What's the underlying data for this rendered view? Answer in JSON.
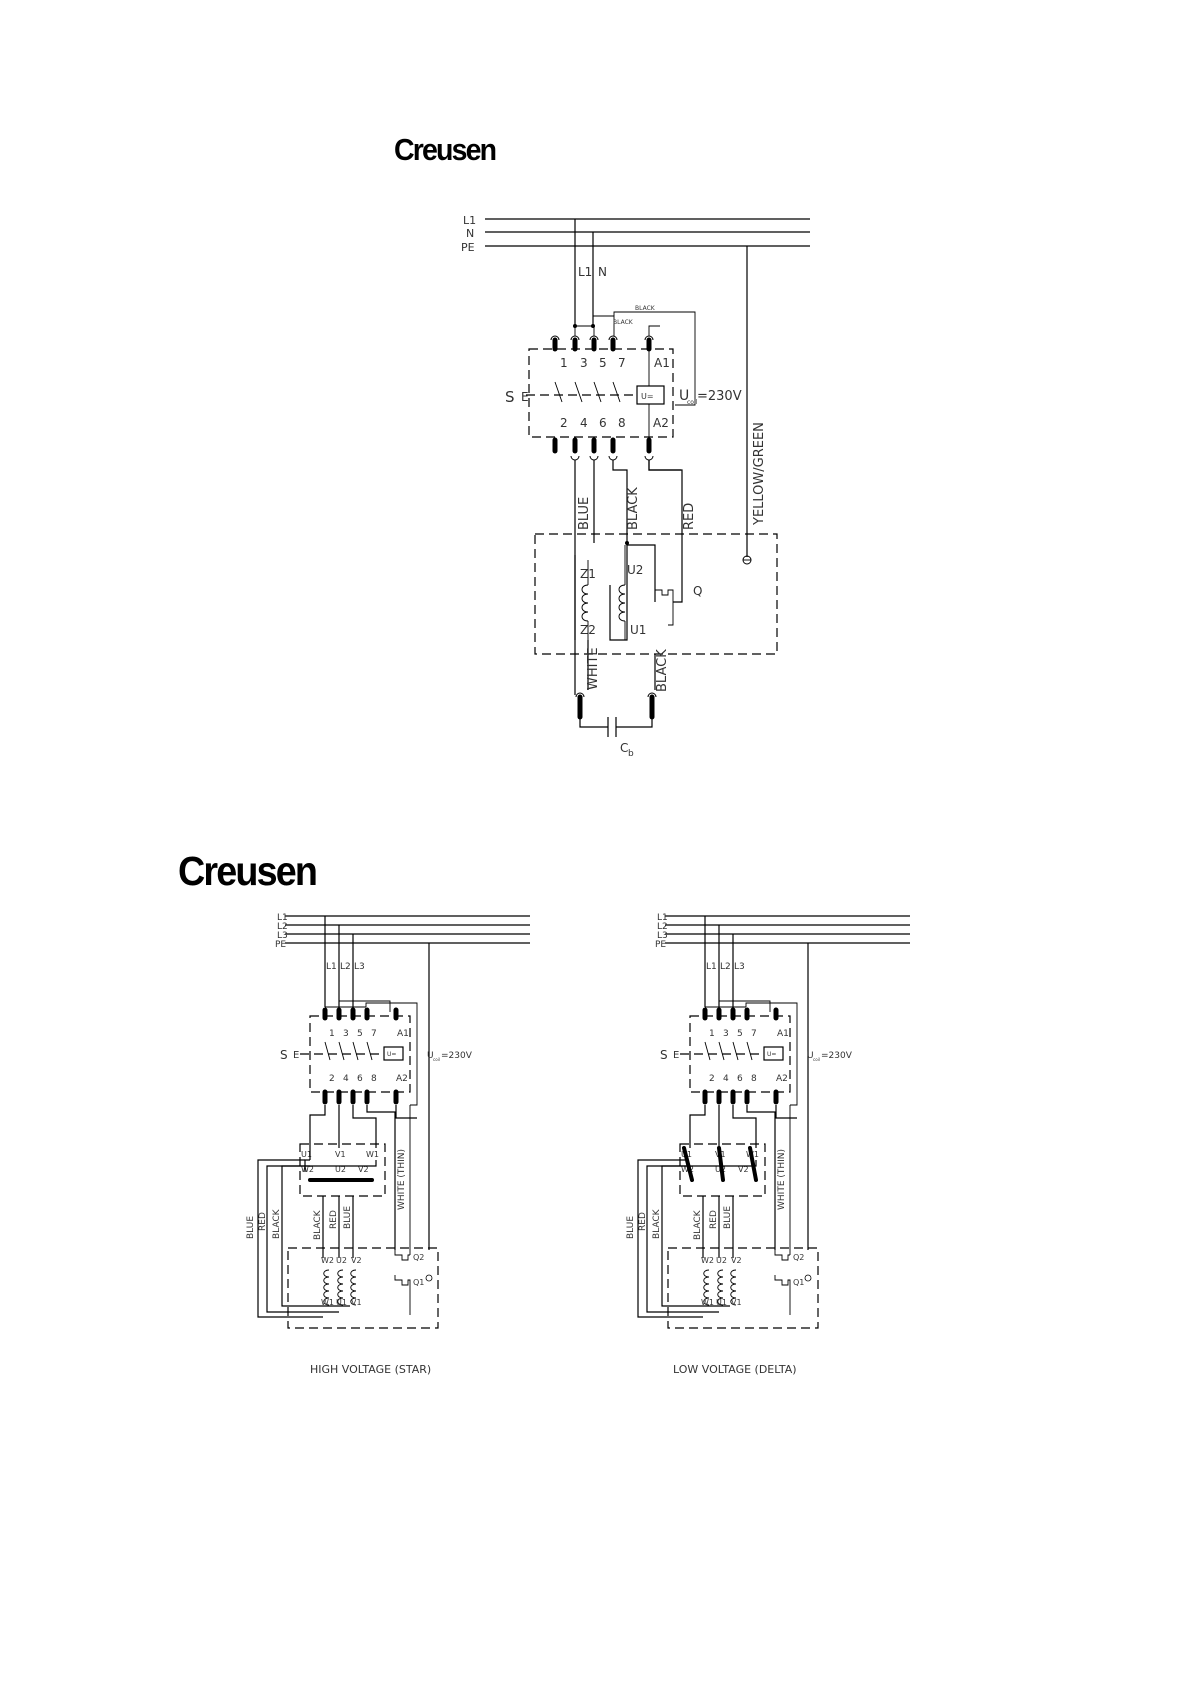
{
  "brand": "Creusen",
  "top": {
    "lines": [
      "L1",
      "N",
      "PE"
    ],
    "taps": [
      "L1",
      "N"
    ],
    "wire_labels": {
      "black_small": "BLACK",
      "blue": "BLUE",
      "black": "BLACK",
      "red": "RED",
      "yellow_green": "YELLOW/GREEN",
      "white": "WHITE",
      "black_bottom": "BLACK"
    },
    "switch": {
      "label": "S",
      "e": "E",
      "top_terms": [
        "1",
        "3",
        "5",
        "7",
        "A1"
      ],
      "bottom_terms": [
        "2",
        "4",
        "6",
        "8",
        "A2"
      ],
      "coil": "U=",
      "voltage_prefix": "U",
      "voltage_sub": "coil",
      "voltage_value": "=230V"
    },
    "motor": {
      "z1": "Z1",
      "z2": "Z2",
      "u2": "U2",
      "u1": "U1",
      "q": "Q"
    },
    "capacitor": {
      "c": "C",
      "sub": "b"
    }
  },
  "bottom": {
    "lines": [
      "L1",
      "L2",
      "L3",
      "PE"
    ],
    "taps": [
      "L1",
      "L2",
      "L3"
    ],
    "switch": {
      "label": "S",
      "e": "E",
      "top_terms": [
        "1",
        "3",
        "5",
        "7",
        "A1"
      ],
      "bottom_terms": [
        "2",
        "4",
        "6",
        "8",
        "A2"
      ],
      "coil": "U=",
      "voltage_prefix": "U",
      "voltage_sub": "coil",
      "voltage_value": "=230V"
    },
    "terminal_top": [
      "U1",
      "V1",
      "W1"
    ],
    "terminal_bottom": [
      "W2",
      "U2",
      "V2"
    ],
    "wire_labels": [
      "BLUE",
      "RED",
      "BLACK",
      "BLACK",
      "RED",
      "BLUE",
      "WHITE (THIN)"
    ],
    "motor_top": [
      "W2",
      "U2",
      "V2"
    ],
    "motor_bottom": [
      "W1",
      "U1",
      "V1"
    ],
    "q": [
      "Q2",
      "Q1"
    ],
    "captions": [
      "HIGH VOLTAGE (STAR)",
      "LOW VOLTAGE (DELTA)"
    ]
  }
}
